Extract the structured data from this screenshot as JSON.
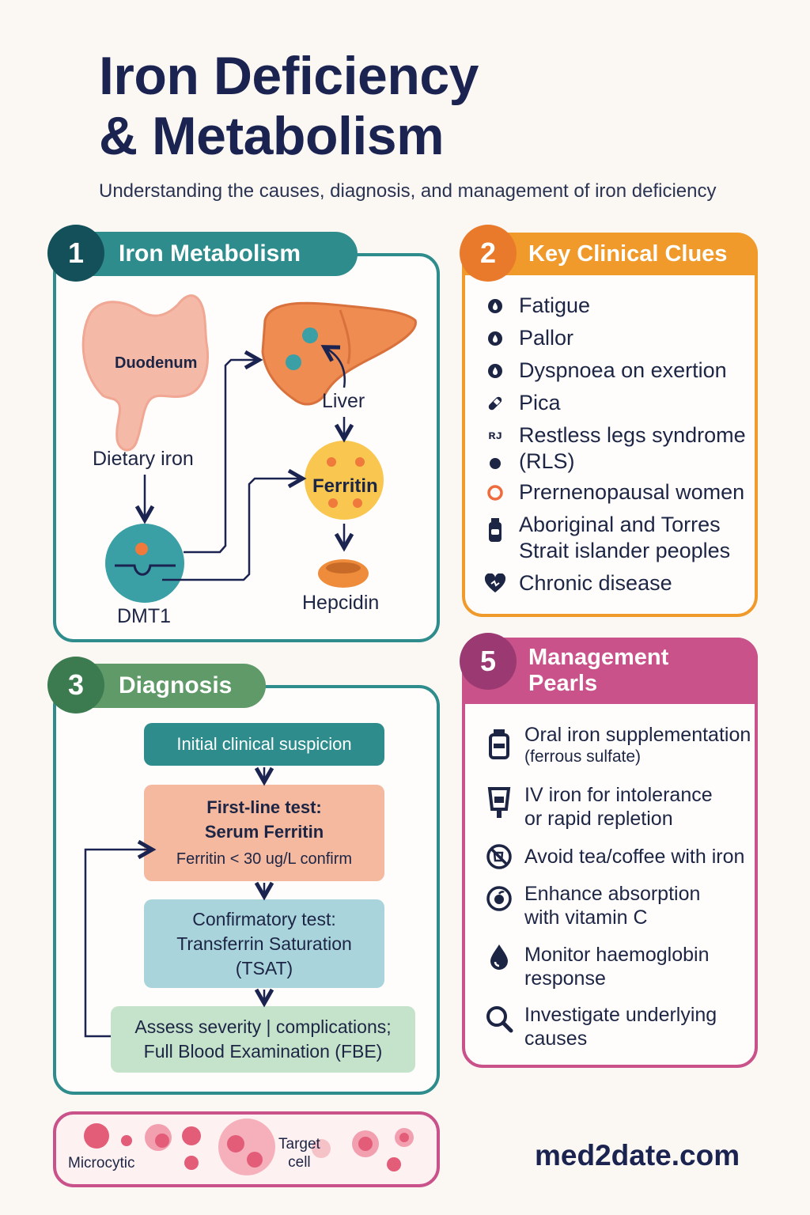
{
  "header": {
    "title_line1": "Iron Deficiency",
    "title_line2": "& Metabolism",
    "subtitle": "Understanding the causes, diagnosis, and management of iron deficiency"
  },
  "colors": {
    "navy": "#1b2350",
    "teal": "#2f8c8c",
    "orange": "#ef9a2b",
    "green": "#5f9a68",
    "magenta": "#c9528a",
    "salmon": "#f5b9a0",
    "light_blue": "#a9d4dc",
    "light_green": "#c5e3cb"
  },
  "metabolism": {
    "number": "1",
    "heading": "Iron Metabolism",
    "duodenum": "Duodenum",
    "dietary_iron": "Dietary iron",
    "dmt1": "DMT1",
    "liver": "Liver",
    "ferritin": "Ferritin",
    "hepcidin": "Hepcidin"
  },
  "clues": {
    "number": "2",
    "heading": "Key Clinical Clues",
    "items": [
      {
        "line1": "Fatigue",
        "icon": "drop-icon"
      },
      {
        "line1": "Pallor",
        "icon": "drop-icon"
      },
      {
        "line1": "Dyspnoea on exertion",
        "icon": "drop-icon"
      },
      {
        "line1": "Pica",
        "icon": "capsule-icon"
      },
      {
        "line1": "Restless legs syndrome",
        "line2": "(RLS)",
        "icon": "legs-icon"
      },
      {
        "line1": "Prernenopausal women",
        "icon": "female-icon"
      },
      {
        "line1": "Aboriginal and Torres",
        "line2": "Strait islander peoples",
        "icon": "bottle-icon"
      },
      {
        "line1": "Chronic disease",
        "icon": "heart-icon"
      }
    ]
  },
  "diagnosis": {
    "number": "3",
    "heading": "Diagnosis",
    "step1": "Initial clinical suspicion",
    "step2_line1": "First-line test:",
    "step2_line2": "Serum Ferritin",
    "step2_line3": "Ferritin < 30 ug/L confirm",
    "step3_line1": "Confirmatory test:",
    "step3_line2": "Transferrin Saturation",
    "step3_line3": "(TSAT)",
    "step4_line1": "Assess severity | complications;",
    "step4_line2": "Full Blood Examination (FBE)"
  },
  "management": {
    "number": "5",
    "heading_line1": "Management",
    "heading_line2": "Pearls",
    "items": [
      {
        "line1": "Oral iron supplementation",
        "line2": "(ferrous sulfate)",
        "icon": "pill-bottle-icon"
      },
      {
        "line1": "IV iron for intolerance",
        "line2": "or rapid repletion",
        "icon": "iv-bag-icon"
      },
      {
        "line1": "Avoid tea/coffee with iron",
        "icon": "no-cup-icon"
      },
      {
        "line1": "Enhance absorption",
        "line2": "with vitamin C",
        "icon": "citrus-icon"
      },
      {
        "line1": "Monitor haemoglobin",
        "line2": "response",
        "icon": "blood-drop-icon"
      },
      {
        "line1": "Investigate underlying",
        "line2": "causes",
        "icon": "magnifier-icon"
      }
    ]
  },
  "smear": {
    "microcytic": "Microcytic",
    "target_line1": "Target",
    "target_line2": "cell"
  },
  "footer": {
    "brand": "med2date.com"
  }
}
